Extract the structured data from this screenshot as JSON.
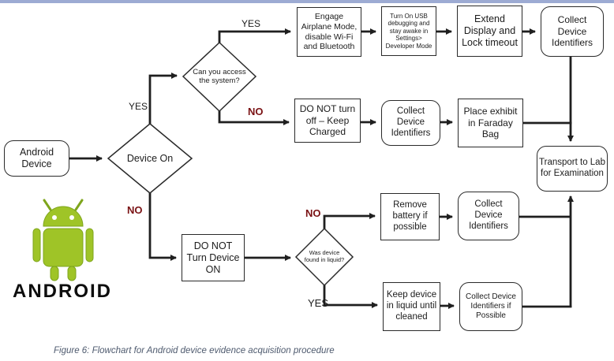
{
  "meta": {
    "caption": "Figure 6: Flowchart for Android device evidence acquisition procedure"
  },
  "colors": {
    "top_bar": "#9dabd3",
    "flow_line": "#1f1f1f",
    "no_label": "#7a1214",
    "yes_label": "#1c1c1c",
    "android_green": "#9fc427",
    "caption": "#4e5a6e",
    "box_border": "#2a2a2a"
  },
  "logo": {
    "wordmark": "ANDROID",
    "robot_icon": "android-robot-icon"
  },
  "labels": {
    "yes": "YES",
    "no": "NO"
  },
  "nodes": {
    "android_device": "Android Device",
    "device_on": "Device On",
    "can_access": "Can you access the system?",
    "engage_airplane": "Engage Airplane Mode, disable Wi-Fi and Bluetooth",
    "usb_debugging": "Turn On USB debugging and stay awake in Settings> Developer Mode",
    "extend_display": "Extend Display and Lock timeout",
    "collect_ids_top": "Collect Device Identifiers",
    "do_not_turn_off": "DO NOT turn off – Keep Charged",
    "collect_ids_mid": "Collect Device Identifiers",
    "faraday": "Place exhibit in Faraday Bag",
    "transport": "Transport to Lab for Examination",
    "do_not_turn_on": "DO NOT Turn Device ON",
    "found_liquid": "Was device found in liquid?",
    "remove_battery": "Remove battery if possible",
    "collect_ids_no_liquid": "Collect Device Identifiers",
    "keep_in_liquid": "Keep device in liquid until cleaned",
    "collect_ids_liquid": "Collect Device Identifiers if Possible"
  }
}
